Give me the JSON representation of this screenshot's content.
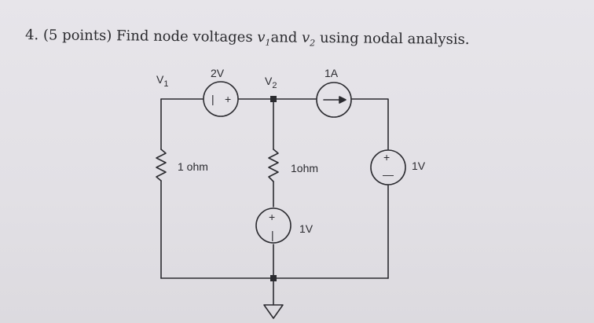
{
  "problem": {
    "number": "4.",
    "points": "(5 points)",
    "text_before": "Find node voltages",
    "var1": "v",
    "var1_sub": "1",
    "text_and": "and",
    "var2": "v",
    "var2_sub": "2",
    "text_after": "using nodal analysis."
  },
  "circuit": {
    "node_v1_label": "V",
    "node_v1_sub": "1",
    "node_v2_label": "V",
    "node_v2_sub": "2",
    "voltage_source_top": "2V",
    "current_source_top": "1A",
    "resistor_left": "1 ohm",
    "resistor_middle": "1ohm",
    "voltage_source_middle": "1V",
    "voltage_source_right": "1V",
    "plus_sign": "+",
    "minus_sign": "|",
    "minus_dash": "—"
  },
  "colors": {
    "ink": "#2b2b30",
    "paper": "#e4e2e7"
  }
}
